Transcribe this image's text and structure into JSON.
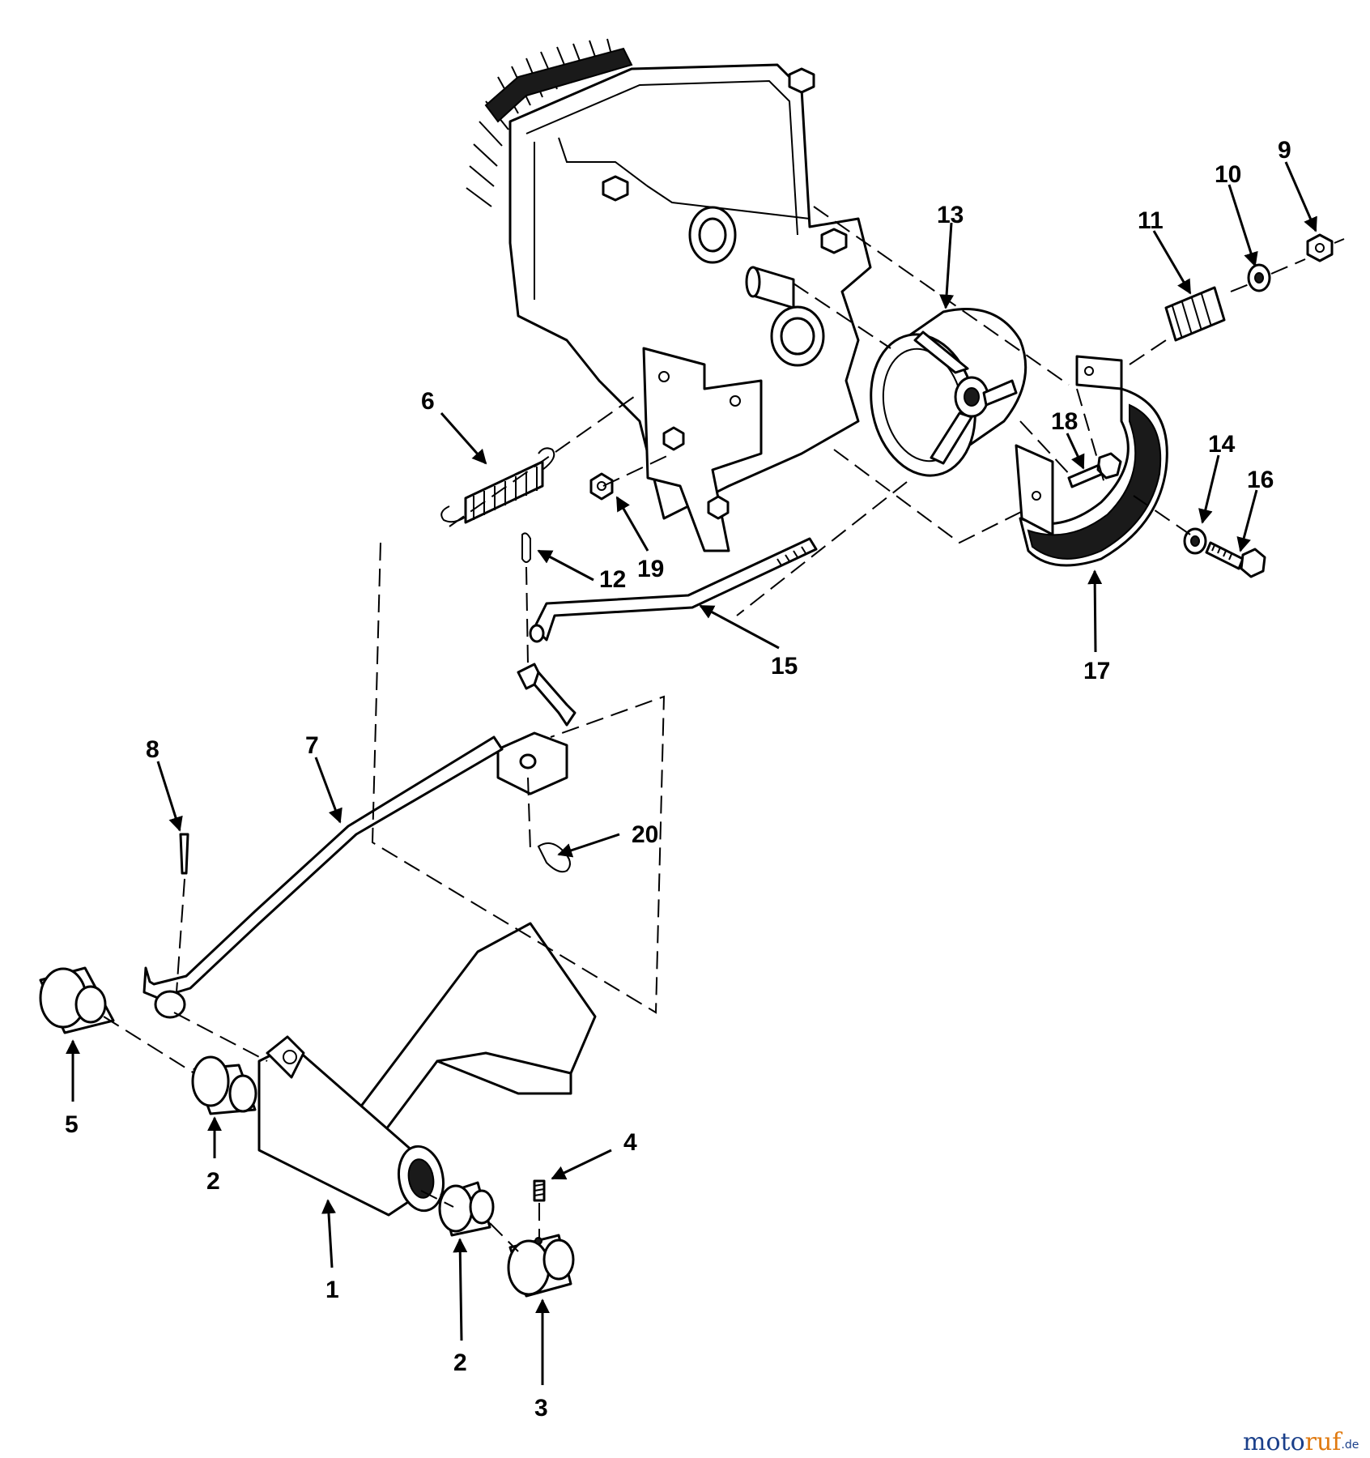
{
  "callouts": [
    {
      "id": "c1",
      "label": "1"
    },
    {
      "id": "c2a",
      "label": "2"
    },
    {
      "id": "c2b",
      "label": "2"
    },
    {
      "id": "c3",
      "label": "3"
    },
    {
      "id": "c4",
      "label": "4"
    },
    {
      "id": "c5",
      "label": "5"
    },
    {
      "id": "c6",
      "label": "6"
    },
    {
      "id": "c7",
      "label": "7"
    },
    {
      "id": "c8",
      "label": "8"
    },
    {
      "id": "c9",
      "label": "9"
    },
    {
      "id": "c10",
      "label": "10"
    },
    {
      "id": "c11",
      "label": "11"
    },
    {
      "id": "c12",
      "label": "12"
    },
    {
      "id": "c13",
      "label": "13"
    },
    {
      "id": "c14",
      "label": "14"
    },
    {
      "id": "c15",
      "label": "15"
    },
    {
      "id": "c16",
      "label": "16"
    },
    {
      "id": "c17",
      "label": "17"
    },
    {
      "id": "c18",
      "label": "18"
    },
    {
      "id": "c19",
      "label": "19"
    },
    {
      "id": "c20",
      "label": "20"
    }
  ],
  "watermark": {
    "name": "motoruf",
    "suffix": ".de"
  },
  "colors": {
    "line": "#000000",
    "background": "#ffffff",
    "watermark_blue": "#1a3f8a",
    "watermark_orange": "#e07a10"
  }
}
